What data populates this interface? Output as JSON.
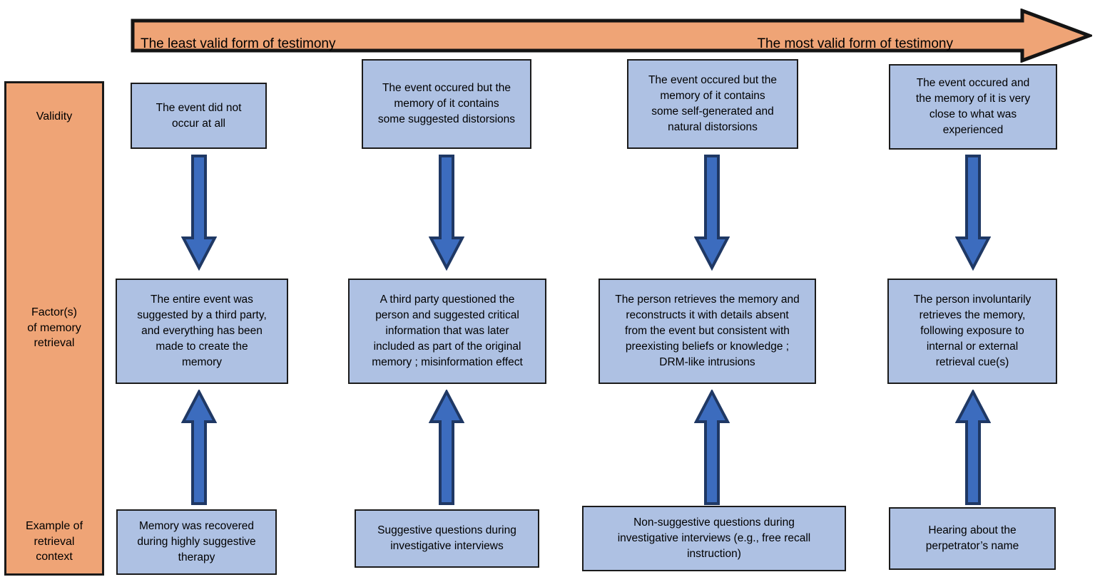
{
  "banner": {
    "left_label": "The least valid form of testimony",
    "right_label": "The most valid form of testimony",
    "color": "#EFA476",
    "border_color": "#1a1a1a"
  },
  "row_labels": {
    "validity": "Validity",
    "factors": "Factor(s)\nof memory\nretrieval",
    "example": "Example of\nretrieval\ncontext",
    "panel_color": "#EFA476"
  },
  "colors": {
    "node_fill": "#AEC1E3",
    "node_border": "#1b1b1b",
    "arrow_fill": "#3C6CBE",
    "arrow_border": "#1F3864",
    "background": "#FFFFFF"
  },
  "columns": [
    {
      "validity": "The event did not\noccur at all",
      "factor": "The entire event was\nsuggested by a third party,\nand everything has been\nmade to create the\nmemory",
      "example": "Memory was recovered\nduring highly suggestive\ntherapy"
    },
    {
      "validity": "The event occured but the\nmemory of it contains\nsome suggested distorsions",
      "factor": "A third party questioned the\nperson and suggested critical\ninformation that was later\nincluded as part of the original\nmemory ; misinformation effect",
      "example": "Suggestive questions during\ninvestigative interviews"
    },
    {
      "validity": "The event occured but the\nmemory of it contains\nsome self-generated and\nnatural distorsions",
      "factor": "The person retrieves the memory and\nreconstructs it with details absent\nfrom the event but consistent with\npreexisting beliefs or knowledge ;\nDRM-like intrusions",
      "example": "Non-suggestive questions during\ninvestigative interviews (e.g., free recall\ninstruction)"
    },
    {
      "validity": "The event occured and\nthe memory of it is very\nclose to what was\nexperienced",
      "factor": "The person involuntarily\nretrieves the memory,\nfollowing exposure to\ninternal or external\nretrieval cue(s)",
      "example": "Hearing about the\nperpetrator’s name"
    }
  ],
  "icons": {
    "banner_arrow": "right-arrow-icon",
    "down_arrow": "down-arrow-icon",
    "up_arrow": "up-arrow-icon"
  }
}
